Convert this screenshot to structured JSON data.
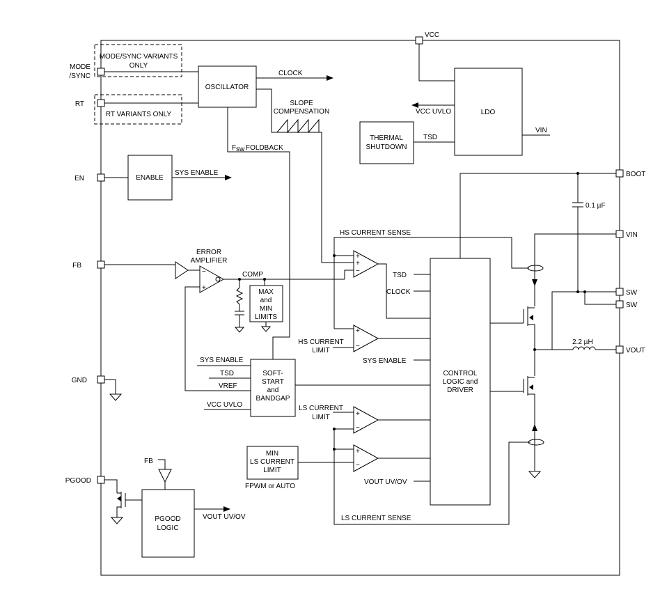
{
  "pins": {
    "vcc": "VCC",
    "mode_sync_1": "MODE",
    "mode_sync_2": "/SYNC",
    "rt": "RT",
    "en": "EN",
    "fb": "FB",
    "gnd": "GND",
    "pgood": "PGOOD",
    "boot": "BOOT",
    "vin": "VIN",
    "sw": "SW",
    "vout": "VOUT"
  },
  "variants": {
    "mode_sync_1": "MODE/SYNC VARIANTS",
    "mode_sync_2": "ONLY",
    "rt": "RT VARIANTS ONLY"
  },
  "blocks": {
    "oscillator": "OSCILLATOR",
    "ldo": "LDO",
    "thermal_1": "THERMAL",
    "thermal_2": "SHUTDOWN",
    "enable": "ENABLE",
    "max_min_1": "MAX",
    "max_min_2": "and",
    "max_min_3": "MIN",
    "max_min_4": "LIMITS",
    "softstart_1": "SOFT-",
    "softstart_2": "START",
    "softstart_3": "and",
    "softstart_4": "BANDGAP",
    "control_1": "CONTROL",
    "control_2": "LOGIC and",
    "control_3": "DRIVER",
    "min_ls_1": "MIN",
    "min_ls_2": "LS CURRENT",
    "min_ls_3": "LIMIT",
    "pgood_1": "PGOOD",
    "pgood_2": "LOGIC"
  },
  "signals": {
    "clock": "CLOCK",
    "slope_1": "SLOPE",
    "slope_2": "COMPENSATION",
    "vcc_uvlo": "VCC UVLO",
    "tsd": "TSD",
    "vin_ldo": "VIN",
    "fsw_sub": "sw",
    "fsw_foldback": "FOLDBACK",
    "sys_enable": "SYS ENABLE",
    "error_amp_1": "ERROR",
    "error_amp_2": "AMPLIFIER",
    "comp": "COMP",
    "hs_current_sense": "HS CURRENT SENSE",
    "hs_limit_1": "HS CURRENT",
    "hs_limit_2": "LIMIT",
    "ls_limit_1": "LS CURRENT",
    "ls_limit_2": "LIMIT",
    "tsd_ctrl": "TSD",
    "clock_ctrl": "CLOCK",
    "sys_enable_ctrl": "SYS ENABLE",
    "vout_uvov_ctrl": "VOUT UV/OV",
    "ss_sys_enable": "SYS ENABLE",
    "ss_tsd": "TSD",
    "ss_vref": "VREF",
    "ss_vcc_uvlo": "VCC UVLO",
    "fpwm_auto": "FPWM or AUTO",
    "ls_current_sense": "LS CURRENT SENSE",
    "pgood_fb": "FB",
    "pgood_vout_uvov": "VOUT UV/OV",
    "boot_cap": "0.1 µF",
    "inductor": "2.2 µH"
  },
  "opamp_signs": {
    "plus": "+",
    "minus": "−"
  }
}
